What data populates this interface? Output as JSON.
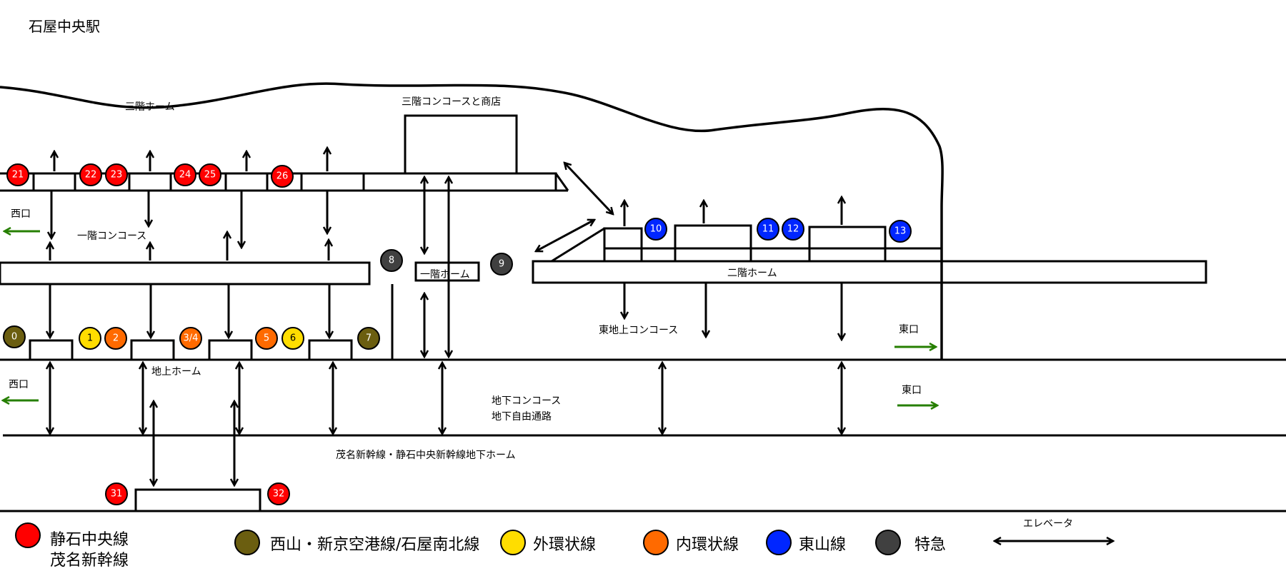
{
  "title": "石屋中央駅",
  "labels": {
    "sanKaiHome": "三階ホーム",
    "sanKaiConcourse": "三階コンコースと商店",
    "ikkaiConcourse": "一階コンコース",
    "ikkaiHome": "一階ホーム",
    "nikaiHome": "二階ホーム",
    "higashiChijo": "東地上コンコース",
    "chijoHome": "地上ホーム",
    "chikaConcourse": "地下コンコース",
    "chikaJiyu": "地下自由通路",
    "shinkansenHome": "茂名新幹線・静石中央新幹線地下ホーム",
    "nishiguchi": "西口",
    "higashiguchi": "東口"
  },
  "platforms": {
    "p0": "0",
    "p1": "1",
    "p2": "2",
    "p34": "3/4",
    "p5": "5",
    "p6": "6",
    "p7": "7",
    "p8": "8",
    "p9": "9",
    "p10": "10",
    "p11": "11",
    "p12": "12",
    "p13": "13",
    "p21": "21",
    "p22": "22",
    "p23": "23",
    "p24": "24",
    "p25": "25",
    "p26": "26",
    "p31": "31",
    "p32": "32"
  },
  "legend": {
    "line1a": "静石中央線",
    "line1b": "茂名新幹線",
    "line2": "西山・新京空港線/石屋南北線",
    "line3": "外環状線",
    "line4": "内環状線",
    "line5": "東山線",
    "line6": "特急",
    "elevator": "エレベータ"
  },
  "colors": {
    "red": "#ff0000",
    "olive": "#6b5e10",
    "yellow": "#ffdd00",
    "orange": "#ff6a00",
    "blue": "#0026ff",
    "gray": "#404040",
    "green": "#267f00"
  }
}
